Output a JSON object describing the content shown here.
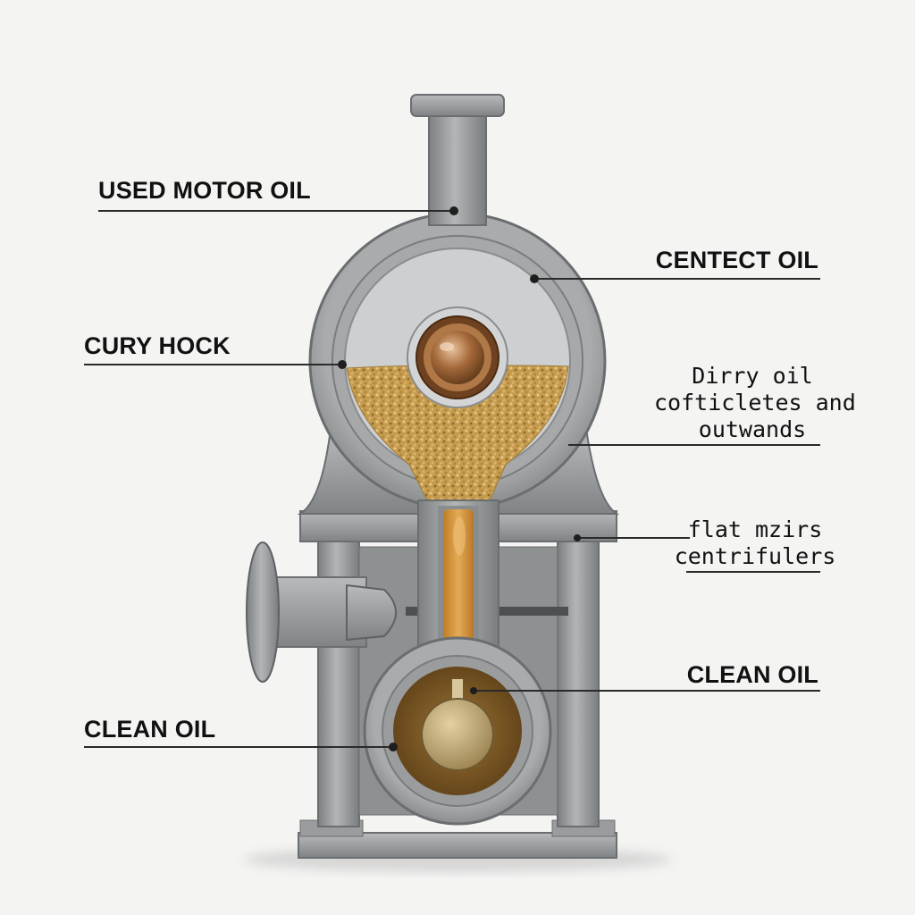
{
  "labels": {
    "used_motor_oil": "USED MOTOR OIL",
    "centect_oil": "CENTECT OIL",
    "cury_hock": "CURY HOCK",
    "dirty_oil": [
      "Dirry oil",
      "cofticletes and",
      "outwands"
    ],
    "flat_mzirs": [
      "flat mzirs",
      "centrifulers"
    ],
    "clean_oil_right": "CLEAN OIL",
    "clean_oil_left": "CLEAN OIL"
  },
  "colors": {
    "machine_gray": "#9a9c9d",
    "machine_dark": "#6f7274",
    "oil_amber": "#d29a3e",
    "sludge_gold": "#c9a155",
    "bronze": "#8a5a2b",
    "leader_line": "#2a2a2a"
  }
}
